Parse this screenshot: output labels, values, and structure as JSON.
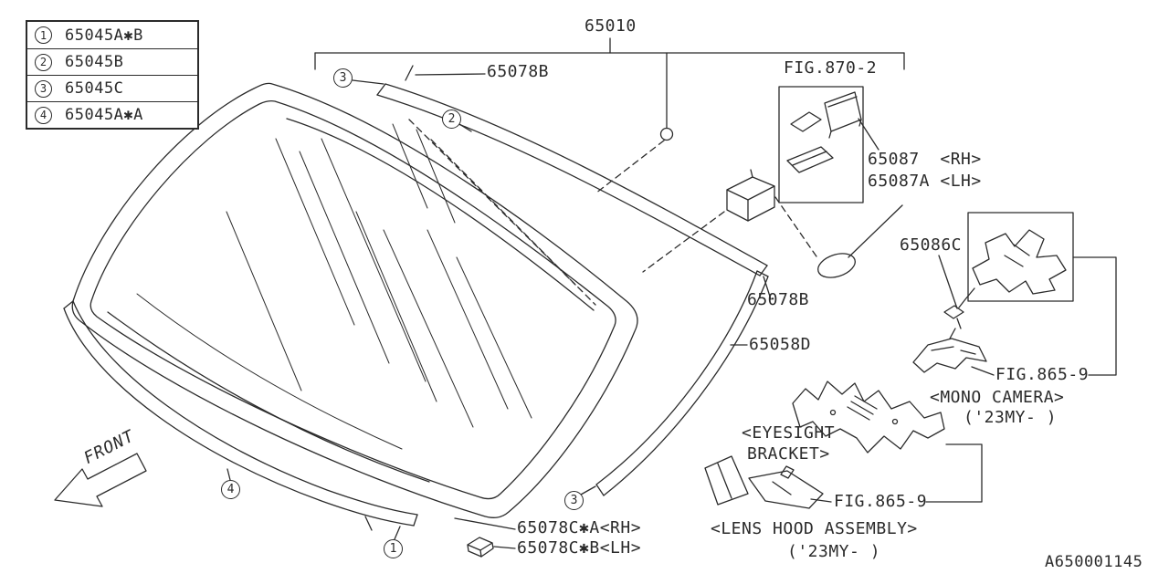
{
  "meta": {
    "drawing_number": "A650001145",
    "front_label": "FRONT",
    "line_color": "#2b2b2b",
    "background_color": "#ffffff"
  },
  "legend": {
    "items": [
      {
        "num": "1",
        "code": "65045A✱B"
      },
      {
        "num": "2",
        "code": "65045B"
      },
      {
        "num": "3",
        "code": "65045C"
      },
      {
        "num": "4",
        "code": "65045A✱A"
      }
    ]
  },
  "labels": {
    "main_part": "65010",
    "top_molding": "65078B",
    "fig_870_2": "FIG.870-2",
    "bracket_rh": "65087  <RH>",
    "bracket_lh": "65087A <LH>",
    "cover": "65086C",
    "side_molding": "65078B",
    "side_spacer": "65058D",
    "fig_865_9_camera": "FIG.865-9",
    "mono_camera": "<MONO CAMERA>",
    "mono_camera_year": "('23MY- )",
    "eyesight_line1": "<EYESIGHT",
    "eyesight_line2": "BRACKET>",
    "fig_865_9_hood": "FIG.865-9",
    "lens_hood": "<LENS HOOD ASSEMBLY>",
    "lens_hood_year": "('23MY- )",
    "clip_a": "65078C✱A<RH>",
    "clip_b": "65078C✱B<LH>"
  },
  "callouts": [
    "3",
    "2",
    "3",
    "4",
    "1"
  ]
}
